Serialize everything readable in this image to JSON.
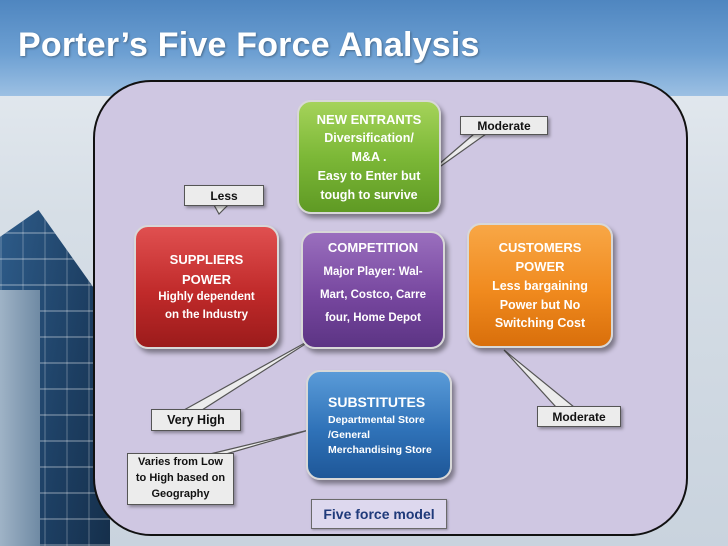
{
  "slide": {
    "title": "Porter’s Five Force Analysis"
  },
  "forces": {
    "new_entrants": {
      "heading": "NEW ENTRANTS",
      "lines": [
        "Diversification/",
        "M&A .",
        "Easy to Enter but",
        "tough to survive"
      ],
      "color": "#7cb837"
    },
    "suppliers": {
      "heading_lines": [
        "SUPPLIERS",
        "POWER"
      ],
      "lines": [
        "Highly dependent",
        "on the Industry"
      ],
      "color": "#c02a2a"
    },
    "competition": {
      "heading": "COMPETITION",
      "lines": [
        "Major Player:  Wal-",
        "Mart, Costco, Carre",
        "four,  Home Depot"
      ],
      "color": "#77479f"
    },
    "customers": {
      "heading_lines": [
        "CUSTOMERS",
        "POWER"
      ],
      "lines": [
        "Less bargaining",
        "Power but No",
        "Switching Cost"
      ],
      "color": "#f08a1e"
    },
    "substitutes": {
      "heading": "SUBSTITUTES",
      "lines": [
        "Departmental Store",
        "/General",
        "Merchandising Store"
      ],
      "color": "#2f72b8"
    }
  },
  "callouts": {
    "new_entrants": "Moderate",
    "suppliers": "Less",
    "competition": "Very High",
    "customers": "Moderate",
    "substitutes_lines": [
      "Varies from Low",
      "to High based on",
      "Geography"
    ]
  },
  "model_label": "Five force model"
}
